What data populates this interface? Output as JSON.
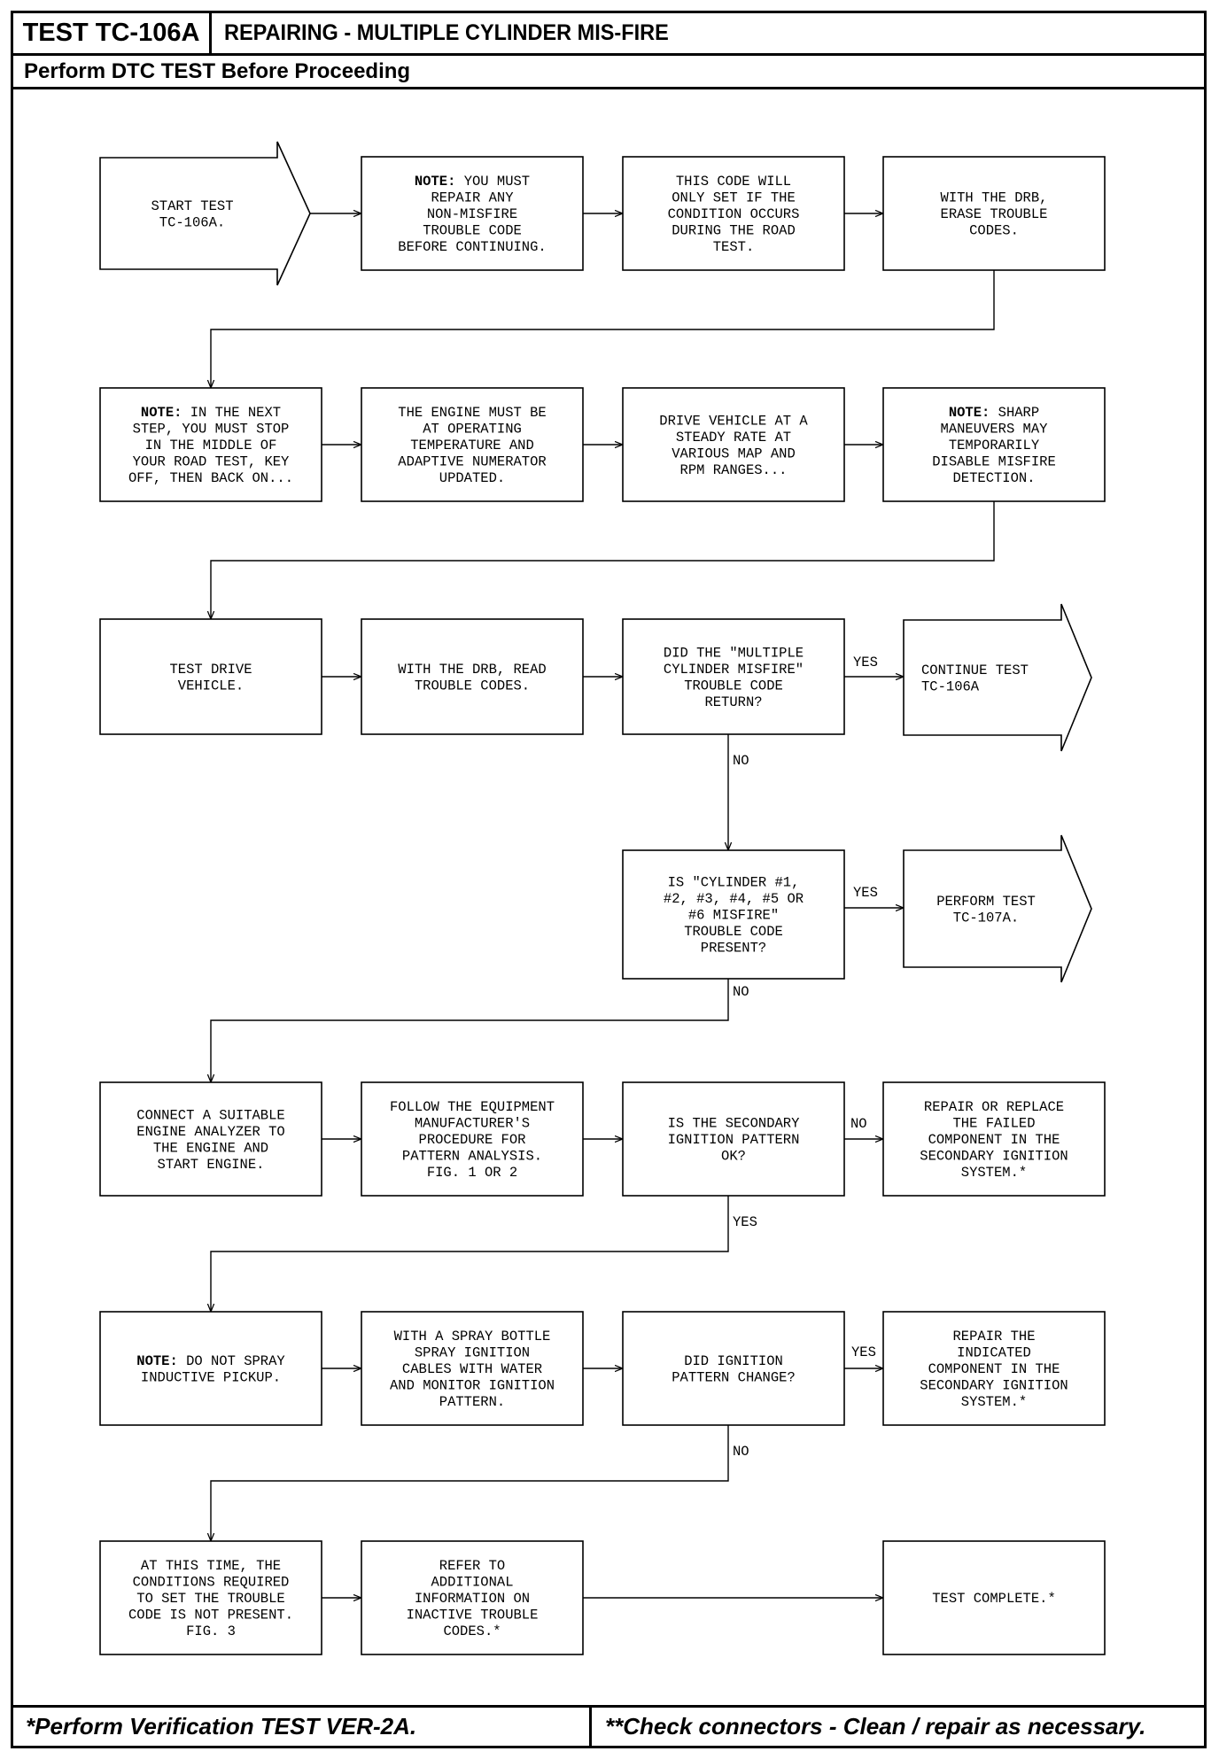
{
  "header": {
    "test_id": "TEST TC-106A",
    "title": "REPAIRING - MULTIPLE CYLINDER MIS-FIRE",
    "subtitle": "Perform DTC TEST Before Proceeding"
  },
  "footer": {
    "left": "*Perform Verification TEST VER-2A.",
    "right": "**Check connectors - Clean / repair as necessary."
  },
  "nodes": {
    "start": {
      "lines": [
        "START TEST",
        "TC-106A."
      ]
    },
    "n1": {
      "note": "NOTE:",
      "lines": [
        "YOU MUST",
        "REPAIR ANY",
        "NON-MISFIRE",
        "TROUBLE CODE",
        "BEFORE CONTINUING."
      ]
    },
    "n2": {
      "lines": [
        "THIS CODE WILL",
        "ONLY SET IF THE",
        "CONDITION OCCURS",
        "DURING THE ROAD",
        "TEST."
      ]
    },
    "n3": {
      "lines": [
        "WITH THE DRB,",
        "ERASE TROUBLE",
        "CODES."
      ]
    },
    "n4": {
      "note": "NOTE:",
      "lines": [
        "IN THE NEXT",
        "STEP, YOU MUST STOP",
        "IN THE MIDDLE OF",
        "YOUR ROAD TEST, KEY",
        "OFF, THEN BACK ON..."
      ]
    },
    "n5": {
      "lines": [
        "THE ENGINE MUST BE",
        "AT OPERATING",
        "TEMPERATURE AND",
        "ADAPTIVE NUMERATOR",
        "UPDATED."
      ]
    },
    "n6": {
      "lines": [
        "DRIVE VEHICLE AT A",
        "STEADY RATE AT",
        "VARIOUS MAP AND",
        "RPM RANGES..."
      ]
    },
    "n7": {
      "note": "NOTE:",
      "lines": [
        "SHARP",
        "MANEUVERS MAY",
        "TEMPORARILY",
        "DISABLE MISFIRE",
        "DETECTION."
      ]
    },
    "n8": {
      "lines": [
        "TEST DRIVE",
        "VEHICLE."
      ]
    },
    "n9": {
      "lines": [
        "WITH THE DRB, READ",
        "TROUBLE CODES."
      ]
    },
    "n10": {
      "lines": [
        "DID THE \"MULTIPLE",
        "CYLINDER MISFIRE\"",
        "TROUBLE CODE",
        "RETURN?"
      ]
    },
    "n11": {
      "lines": [
        "CONTINUE TEST",
        "TC-106A"
      ]
    },
    "n12": {
      "lines": [
        "IS \"CYLINDER #1,",
        "#2, #3, #4, #5 OR",
        "#6 MISFIRE\"",
        "TROUBLE CODE",
        "PRESENT?"
      ]
    },
    "n13": {
      "lines": [
        "PERFORM TEST",
        "TC-107A."
      ]
    },
    "n14": {
      "lines": [
        "CONNECT A SUITABLE",
        "ENGINE ANALYZER TO",
        "THE ENGINE AND",
        "START ENGINE."
      ]
    },
    "n15": {
      "lines": [
        "FOLLOW THE EQUIPMENT",
        "MANUFACTURER'S",
        "PROCEDURE FOR",
        "PATTERN ANALYSIS.",
        "FIG. 1 OR 2"
      ]
    },
    "n16": {
      "lines": [
        "IS THE SECONDARY",
        "IGNITION PATTERN",
        "OK?"
      ]
    },
    "n17": {
      "lines": [
        "REPAIR OR REPLACE",
        "THE FAILED",
        "COMPONENT IN THE",
        "SECONDARY IGNITION",
        "SYSTEM.*"
      ]
    },
    "n18": {
      "note": "NOTE:",
      "lines": [
        "DO NOT SPRAY",
        "INDUCTIVE PICKUP."
      ]
    },
    "n19": {
      "lines": [
        "WITH A SPRAY BOTTLE",
        "SPRAY IGNITION",
        "CABLES WITH WATER",
        "AND MONITOR IGNITION",
        "PATTERN."
      ]
    },
    "n20": {
      "lines": [
        "DID IGNITION",
        "PATTERN CHANGE?"
      ]
    },
    "n21": {
      "lines": [
        "REPAIR THE",
        "INDICATED",
        "COMPONENT IN THE",
        "SECONDARY IGNITION",
        "SYSTEM.*"
      ]
    },
    "n22": {
      "lines": [
        "AT THIS TIME, THE",
        "CONDITIONS REQUIRED",
        "TO SET THE TROUBLE",
        "CODE IS NOT PRESENT.",
        "FIG. 3"
      ]
    },
    "n23": {
      "lines": [
        "REFER TO",
        "ADDITIONAL",
        "INFORMATION ON",
        "INACTIVE TROUBLE",
        "CODES.*"
      ]
    },
    "n24": {
      "lines": [
        "TEST COMPLETE.*"
      ]
    }
  },
  "edge_labels": {
    "yes": "YES",
    "no": "NO"
  }
}
